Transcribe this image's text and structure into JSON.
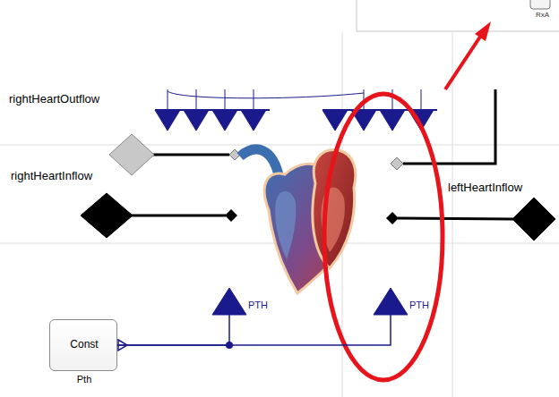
{
  "diagram": {
    "nodes": [
      {
        "text": [
          "rightHeartOutflow"
        ]
      },
      {
        "text": [
          "rightHeartInflow"
        ]
      },
      {
        "text": [
          "leftHeartInflow"
        ]
      },
      {
        "text": [
          "PTH"
        ]
      },
      {
        "text": [
          "PTH"
        ]
      },
      {
        "text": [
          "Const",
          "Pth"
        ]
      }
    ],
    "edges": [
      {
        "from": 5,
        "to": 3,
        "arrow": "none"
      },
      {
        "from": 5,
        "to": 4,
        "arrow": "none"
      }
    ],
    "labels": [
      "RxA"
    ]
  }
}
